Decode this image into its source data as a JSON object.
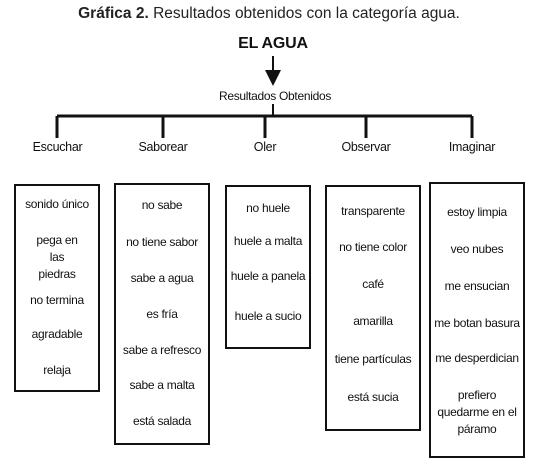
{
  "caption": {
    "bold": "Gráfica 2.",
    "rest": " Resultados obtenidos con la categoría agua."
  },
  "root": "EL AGUA",
  "subtitle": "Resultados Obtenidos",
  "categories": [
    {
      "label": "Escuchar",
      "items": [
        "sonido único",
        "pega en las piedras",
        "no termina",
        "agradable",
        "relaja"
      ]
    },
    {
      "label": "Saborear",
      "items": [
        "no sabe",
        "no tiene sabor",
        "sabe a agua",
        "es fría",
        "sabe a refresco",
        "sabe a malta",
        "está salada"
      ]
    },
    {
      "label": "Oler",
      "items": [
        "no huele",
        "huele a malta",
        "huele a panela",
        "huele a sucio"
      ]
    },
    {
      "label": "Observar",
      "items": [
        "transparente",
        "no tiene color",
        "café",
        "amarilla",
        "tiene partículas",
        "está sucia"
      ]
    },
    {
      "label": "Imaginar",
      "items": [
        "estoy limpia",
        "veo nubes",
        "me ensucian",
        "me botan basura",
        "me desperdician",
        "prefiero quedarme en el páramo"
      ]
    }
  ]
}
